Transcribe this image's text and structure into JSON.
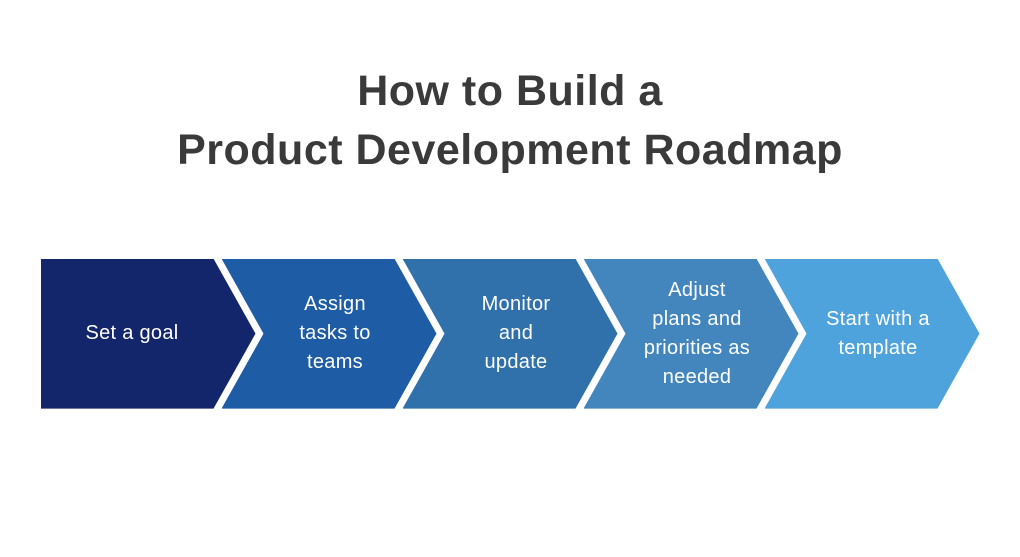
{
  "title": {
    "line1": "How to Build a",
    "line2": "Product Development Roadmap"
  },
  "steps": [
    {
      "label": "Set a goal",
      "color": "#14266B"
    },
    {
      "label": "Assign\ntasks to\nteams",
      "color": "#1E5CA5"
    },
    {
      "label": "Monitor\nand\nupdate",
      "color": "#3070AB"
    },
    {
      "label": "Adjust\nplans and\npriorities as\nneeded",
      "color": "#4386BE"
    },
    {
      "label": "Start with a\ntemplate",
      "color": "#4FA3DC"
    }
  ]
}
